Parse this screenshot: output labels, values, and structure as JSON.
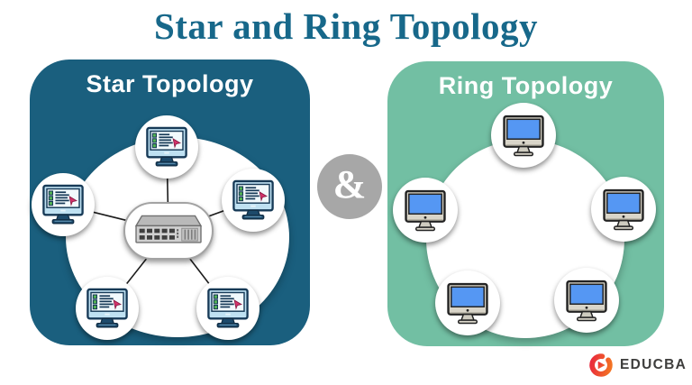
{
  "page": {
    "title": "Star and Ring Topology",
    "title_color": "#17688a",
    "background": "#ffffff"
  },
  "connector": {
    "label": "&",
    "background": "#a7a7a7",
    "text_color": "#ffffff"
  },
  "panels": {
    "star": {
      "title": "Star Topology",
      "background": "#1a5f7e",
      "hub_icon": "network-switch-icon",
      "node_icon": "checklist-computer-icon",
      "node_count": 5,
      "node_positions": [
        "top",
        "left",
        "right",
        "bottom-left",
        "bottom-right"
      ]
    },
    "ring": {
      "title": "Ring Topology",
      "background": "#72bfa3",
      "node_icon": "imac-computer-icon",
      "node_count": 5,
      "node_positions": [
        "top",
        "left",
        "right",
        "bottom-left",
        "bottom-right"
      ]
    }
  },
  "logo": {
    "text": "EDUCBA",
    "icon": "educba-play-icon",
    "text_color": "#3d3d3c",
    "icon_colors": [
      "#e8233f",
      "#f47b20"
    ]
  }
}
